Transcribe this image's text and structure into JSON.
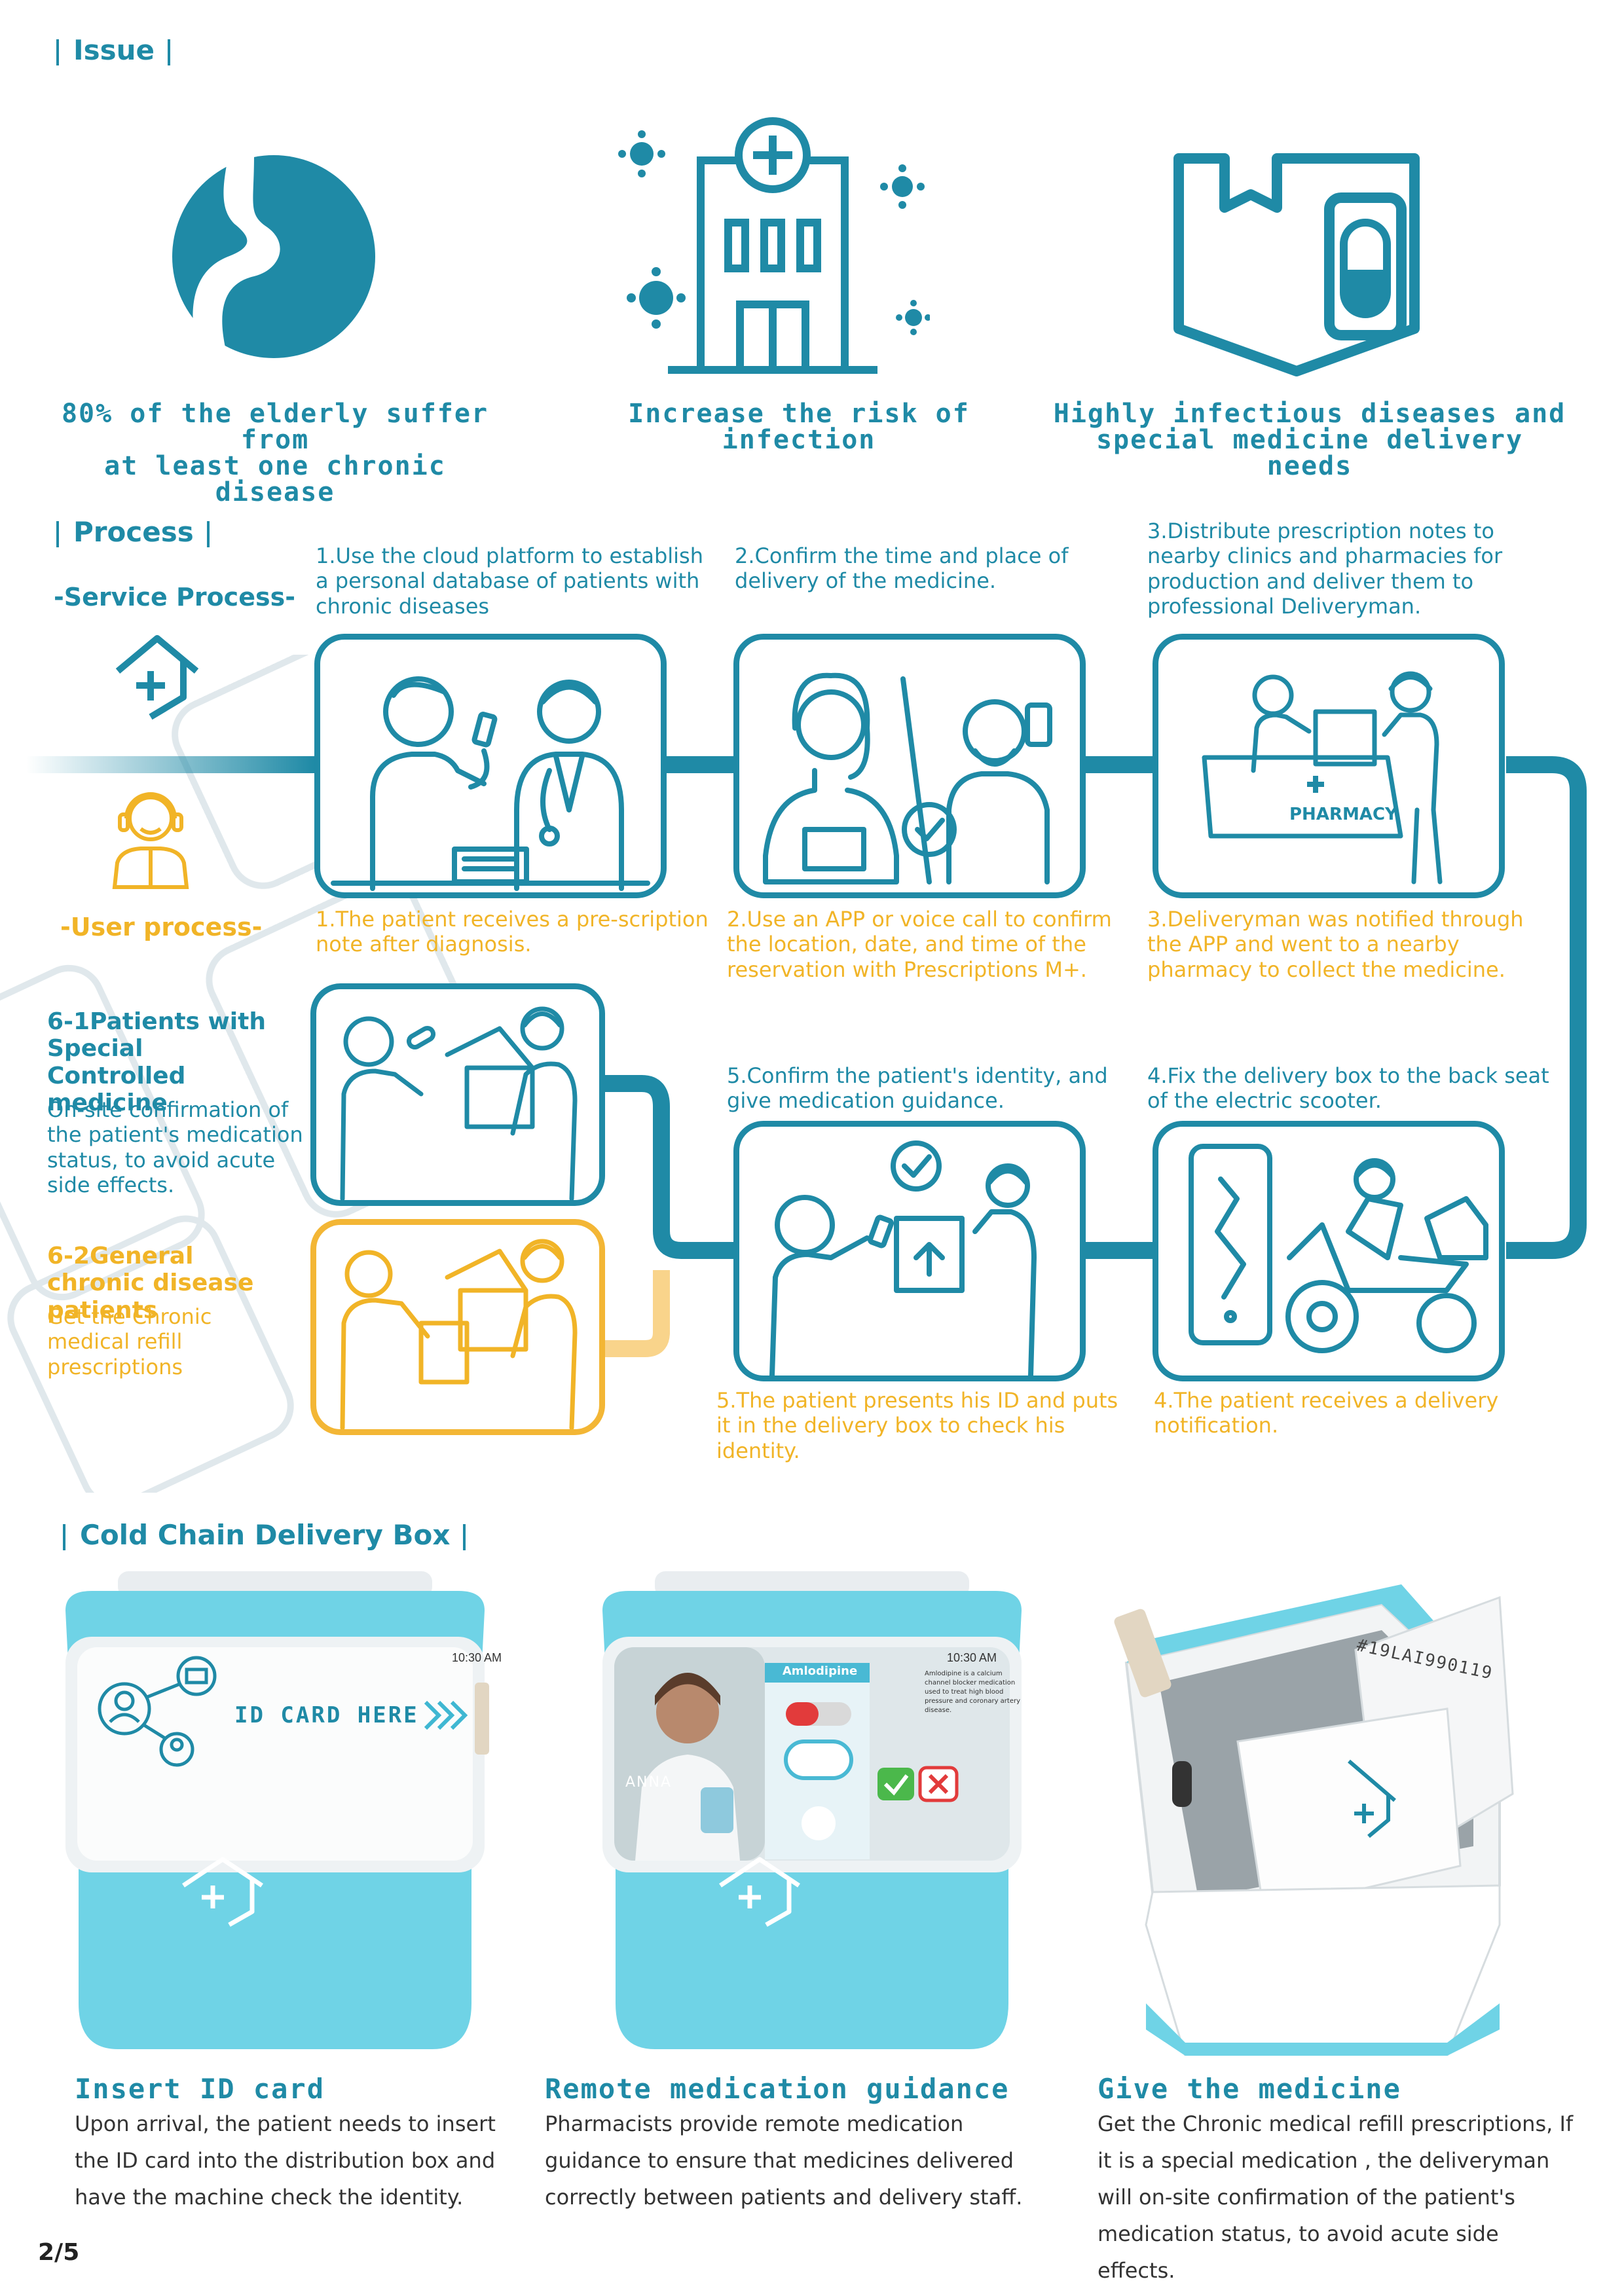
{
  "sections": {
    "issue": "Issue",
    "process": "Process",
    "cold_chain": "Cold Chain Delivery Box"
  },
  "issue_items": [
    {
      "icon": "stomach-icon",
      "line1": "80% of the elderly suffer from",
      "line2": "at least one chronic disease"
    },
    {
      "icon": "hospital-icon",
      "line1": "Increase the risk of infection",
      "line2": ""
    },
    {
      "icon": "medicine-box-icon",
      "line1": "Highly infectious diseases and",
      "line2": "special medicine delivery needs"
    }
  ],
  "process": {
    "service_label": "-Service Process-",
    "user_label": "-User process-",
    "service_steps": [
      "1.Use the cloud platform to establish a personal database of patients with chronic diseases",
      "2.Confirm the time and place of delivery of the medicine.",
      "3.Distribute prescription notes to nearby clinics and pharmacies for production and deliver them to professional Deliveryman.",
      "4.Fix the delivery box to the back seat of the electric scooter.",
      "5.Confirm the patient's identity, and give medication guidance."
    ],
    "user_steps": [
      "1.The patient receives a pre-scription note after diagnosis.",
      "2.Use an APP or voice call to confirm the location, date, and time of the reservation with Prescriptions M+.",
      "3.Deliveryman was notified through the APP and went to a nearby pharmacy to collect the medicine.",
      "4.The patient receives a delivery notification.",
      "5.The patient presents his ID and puts it in the delivery box to check his identity."
    ],
    "pharmacy_sign": "PHARMACY",
    "branch_special_title": "6-1Patients with Special Controlled medicine",
    "branch_special_body": "On-site confirmation of the patient's medication status, to avoid acute side effects.",
    "branch_general_title": "6-2General chronic disease patients",
    "branch_general_body": "Get the Chronic medical refill prescriptions"
  },
  "boxes": [
    {
      "screen_time": "10:30 AM",
      "screen_text": "ID CARD HERE",
      "title": "Insert ID card",
      "body": "Upon arrival, the patient needs to insert the ID card into the distribution box and have the machine check the identity."
    },
    {
      "screen_time": "10:30 AM",
      "drug_name": "Amlodipine",
      "drug_desc": "Amlodipine is a calcium channel blocker medication used to treat high blood pressure and coronary artery disease.",
      "caller_name": "ANNA",
      "title": "Remote medication guidance",
      "body": "Pharmacists provide remote medication guidance to ensure that medicines delivered correctly between patients and delivery staff."
    },
    {
      "bag_code": "#19LAI990119",
      "title": "Give the medicine",
      "body": "Get the Chronic medical refill prescriptions, If it is a special medication , the deliveryman will on-site confirmation of the patient's medication status, to avoid acute side effects."
    }
  ],
  "page_number": "2/5",
  "colors": {
    "primary": "#1f8aa6",
    "accent": "#f1b427",
    "box": "#6fd3e6"
  }
}
